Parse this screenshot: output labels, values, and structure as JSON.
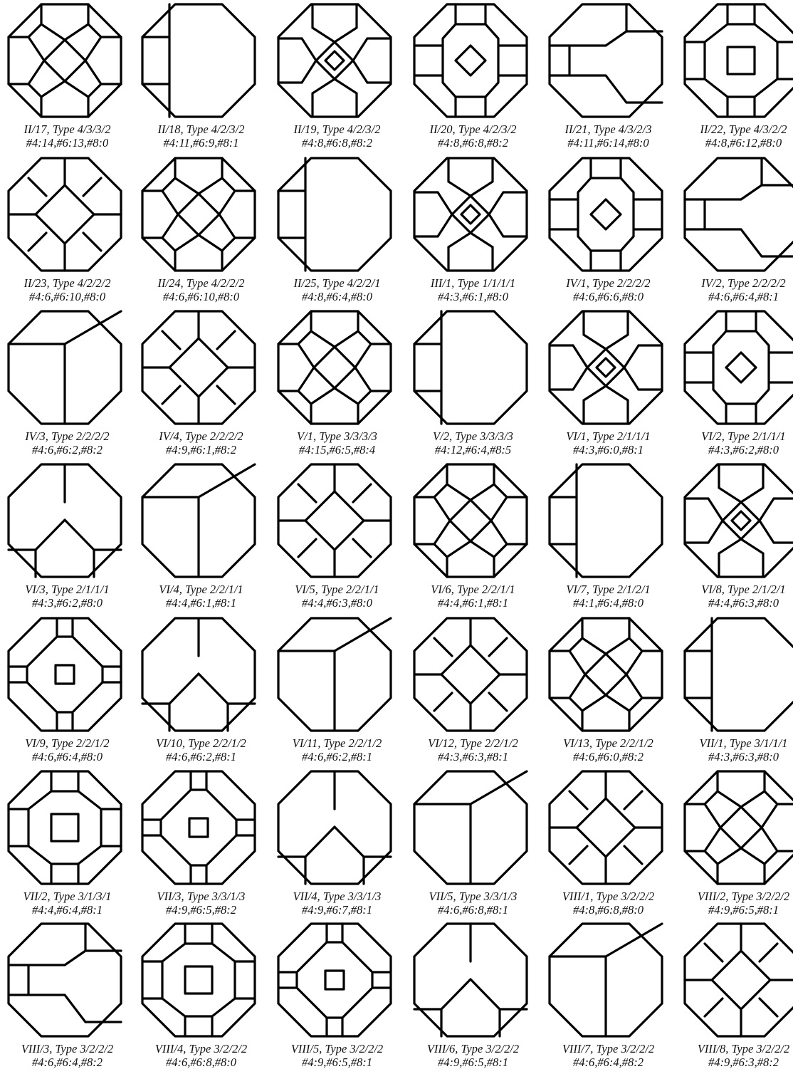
{
  "figures": [
    {
      "label": "II/17, Type 4/3/3/2",
      "counts": "#4:14,#6:13,#8:0"
    },
    {
      "label": "II/18, Type 4/2/3/2",
      "counts": "#4:11,#6:9,#8:1"
    },
    {
      "label": "II/19, Type 4/2/3/2",
      "counts": "#4:8,#6:8,#8:2"
    },
    {
      "label": "II/20, Type 4/2/3/2",
      "counts": "#4:8,#6:8,#8:2"
    },
    {
      "label": "II/21, Type 4/3/2/3",
      "counts": "#4:11,#6:14,#8:0"
    },
    {
      "label": "II/22, Type 4/3/2/2",
      "counts": "#4:8,#6:12,#8:0"
    },
    {
      "label": "II/23, Type 4/2/2/2",
      "counts": "#4:6,#6:10,#8:0"
    },
    {
      "label": "II/24, Type 4/2/2/2",
      "counts": "#4:6,#6:10,#8:0"
    },
    {
      "label": "II/25, Type 4/2/2/1",
      "counts": "#4:8,#6:4,#8:0"
    },
    {
      "label": "III/1, Type 1/1/1/1",
      "counts": "#4:3,#6:1,#8:0"
    },
    {
      "label": "IV/1, Type 2/2/2/2",
      "counts": "#4:6,#6:6,#8:0"
    },
    {
      "label": "IV/2, Type 2/2/2/2",
      "counts": "#4:6,#6:4,#8:1"
    },
    {
      "label": "IV/3, Type 2/2/2/2",
      "counts": "#4:6,#6:2,#8:2"
    },
    {
      "label": "IV/4, Type 2/2/2/2",
      "counts": "#4:9,#6:1,#8:2"
    },
    {
      "label": "V/1, Type 3/3/3/3",
      "counts": "#4:15,#6:5,#8:4"
    },
    {
      "label": "V/2, Type 3/3/3/3",
      "counts": "#4:12,#6:4,#8:5"
    },
    {
      "label": "VI/1, Type 2/1/1/1",
      "counts": "#4:3,#6:0,#8:1"
    },
    {
      "label": "VI/2, Type 2/1/1/1",
      "counts": "#4:3,#6:2,#8:0"
    },
    {
      "label": "VI/3, Type 2/1/1/1",
      "counts": "#4:3,#6:2,#8:0"
    },
    {
      "label": "VI/4, Type 2/2/1/1",
      "counts": "#4:4,#6:1,#8:1"
    },
    {
      "label": "VI/5, Type 2/2/1/1",
      "counts": "#4:4,#6:3,#8:0"
    },
    {
      "label": "VI/6, Type 2/2/1/1",
      "counts": "#4:4,#6:1,#8:1"
    },
    {
      "label": "VI/7, Type 2/1/2/1",
      "counts": "#4:1,#6:4,#8:0"
    },
    {
      "label": "VI/8, Type 2/1/2/1",
      "counts": "#4:4,#6:3,#8:0"
    },
    {
      "label": "VI/9, Type 2/2/1/2",
      "counts": "#4:6,#6:4,#8:0"
    },
    {
      "label": "VI/10, Type 2/2/1/2",
      "counts": "#4:6,#6:2,#8:1"
    },
    {
      "label": "VI/11, Type 2/2/1/2",
      "counts": "#4:6,#6:2,#8:1"
    },
    {
      "label": "VI/12, Type 2/2/1/2",
      "counts": "#4:3,#6:3,#8:1"
    },
    {
      "label": "VI/13, Type 2/2/1/2",
      "counts": "#4:6,#6:0,#8:2"
    },
    {
      "label": "VII/1, Type 3/1/1/1",
      "counts": "#4:3,#6:3,#8:0"
    },
    {
      "label": "VII/2, Type 3/1/3/1",
      "counts": "#4:4,#6:4,#8:1"
    },
    {
      "label": "VII/3, Type 3/3/1/3",
      "counts": "#4:9,#6:5,#8:2"
    },
    {
      "label": "VII/4, Type 3/3/1/3",
      "counts": "#4:9,#6:7,#8:1"
    },
    {
      "label": "VII/5, Type 3/3/1/3",
      "counts": "#4:6,#6:8,#8:1"
    },
    {
      "label": "VIII/1, Type 3/2/2/2",
      "counts": "#4:8,#6:8,#8:0"
    },
    {
      "label": "VIII/2, Type 3/2/2/2",
      "counts": "#4:9,#6:5,#8:1"
    },
    {
      "label": "VIII/3, Type 3/2/2/2",
      "counts": "#4:6,#6:4,#8:2"
    },
    {
      "label": "VIII/4, Type 3/2/2/2",
      "counts": "#4:6,#6:8,#8:0"
    },
    {
      "label": "VIII/5, Type 3/2/2/2",
      "counts": "#4:9,#6:5,#8:1"
    },
    {
      "label": "VIII/6, Type 3/2/2/2",
      "counts": "#4:9,#6:5,#8:1"
    },
    {
      "label": "VIII/7, Type 3/2/2/2",
      "counts": "#4:6,#6:4,#8:2"
    },
    {
      "label": "VIII/8, Type 3/2/2/2",
      "counts": "#4:9,#6:3,#8:2"
    }
  ]
}
